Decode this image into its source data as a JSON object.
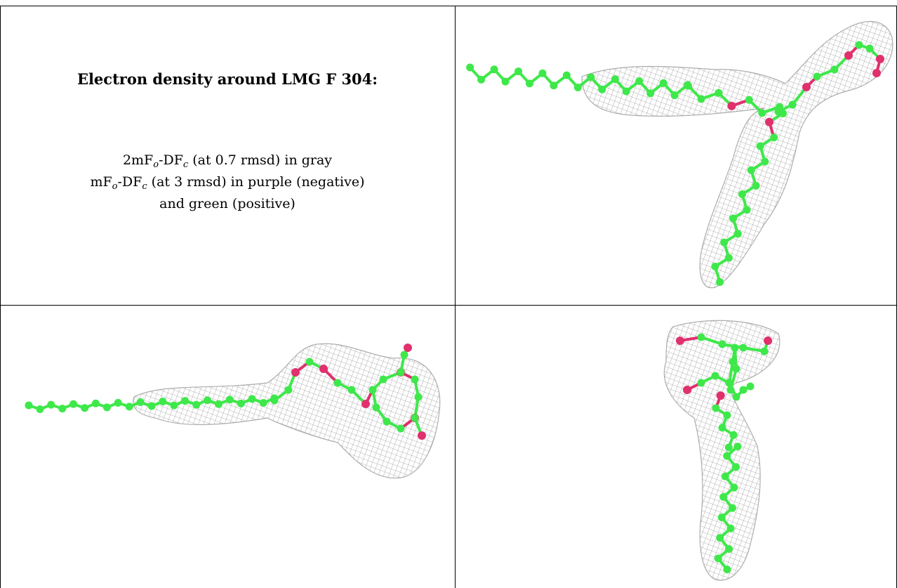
{
  "caption": {
    "title": "Electron density around LMG F 304:",
    "line1": {
      "prefix": "2mF",
      "sub1": "o",
      "middle": "-DF",
      "sub2": "c",
      "suffix": " (at 0.7 rmsd) in gray"
    },
    "line2": {
      "prefix": "mF",
      "sub1": "o",
      "middle": "-DF",
      "sub2": "c",
      "suffix": " (at 3 rmsd) in purple (negative)"
    },
    "line3": "and green (positive)"
  },
  "colors": {
    "carbon": "#3ee84a",
    "oxygen": "#e0306e",
    "mesh": "#9a9a9a",
    "border": "#000000"
  },
  "panels": [
    {
      "id": "top-right-view",
      "icon": "ligand-density-view-1"
    },
    {
      "id": "bottom-left-view",
      "icon": "ligand-density-view-2"
    },
    {
      "id": "bottom-right-view",
      "icon": "ligand-density-view-3"
    }
  ]
}
